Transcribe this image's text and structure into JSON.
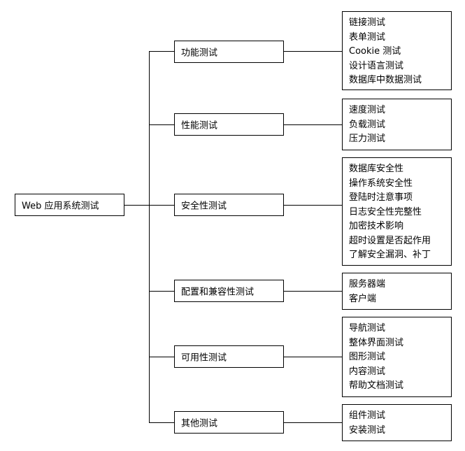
{
  "diagram": {
    "root": {
      "label": "Web 应用系统测试"
    },
    "branches": [
      {
        "label": "功能测试",
        "items": [
          "链接测试",
          "表单测试",
          "Cookie 测试",
          "设计语言测试",
          "数据库中数据测试"
        ]
      },
      {
        "label": "性能测试",
        "items": [
          "速度测试",
          "负载测试",
          "压力测试"
        ]
      },
      {
        "label": "安全性测试",
        "items": [
          "数据库安全性",
          "操作系统安全性",
          "登陆时注意事项",
          "日志安全性完整性",
          "加密技术影响",
          "超时设置是否起作用",
          "了解安全漏洞、补丁"
        ]
      },
      {
        "label": "配置和兼容性测试",
        "items": [
          "服务器端",
          "客户端"
        ]
      },
      {
        "label": "可用性测试",
        "items": [
          "导航测试",
          "整体界面测试",
          "图形测试",
          "内容测试",
          "帮助文档测试"
        ]
      },
      {
        "label": "其他测试",
        "items": [
          "组件测试",
          "安装测试"
        ]
      }
    ]
  }
}
